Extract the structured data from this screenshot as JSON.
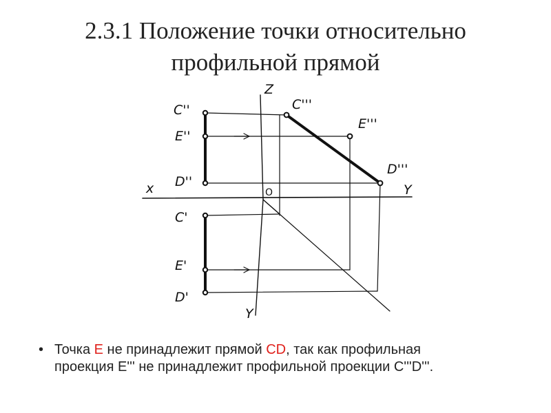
{
  "title": {
    "line1": "2.3.1 Положение точки относительно",
    "line2": "профильной прямой"
  },
  "drawing": {
    "labels": {
      "z_axis": "Z",
      "y_axis_right": "Y",
      "y_axis_bottom": "Y",
      "x_axis": "x",
      "origin": "O",
      "c2": "C''",
      "e2": "E''",
      "d2": "D''",
      "c3": "C'''",
      "e3": "E'''",
      "d3": "D'''",
      "c1": "C'",
      "e1": "E'",
      "d1": "D'"
    },
    "line_color": "#111111"
  },
  "note": {
    "bullet": "•",
    "p1": "Точка ",
    "e": "E",
    "p2": " не принадлежит прямой ",
    "cd": "CD",
    "p3": ", так как профильная проекция  E''' не принадлежит профильной проекции  C'''D'''.",
    "accent_color": "#e0201b"
  }
}
